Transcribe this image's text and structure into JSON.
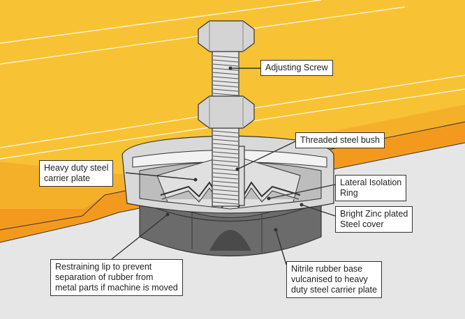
{
  "colors": {
    "machine_top": "#f7c234",
    "machine_side": "#f39a1e",
    "floor": "#e6e6e6",
    "steel": "#cfcfcf",
    "steel_dark": "#8a8a8a",
    "rubber": "#6b6b6b",
    "rubber_dark": "#4a4a4a",
    "outline": "#333333"
  },
  "icons": [
    "machine-body",
    "adjusting-screw",
    "hex-nut",
    "steel-cover",
    "rubber-base"
  ],
  "labels": {
    "adjusting_screw": [
      "Adjusting Screw"
    ],
    "threaded_bush": [
      "Threaded steel bush"
    ],
    "carrier_plate": [
      "Heavy duty steel",
      "carrier plate"
    ],
    "isolation_ring": [
      "Lateral Isolation",
      "Ring"
    ],
    "zinc_cover": [
      "Bright Zinc plated",
      "Steel cover"
    ],
    "restraining_lip": [
      "Restraining lip to prevent",
      "separation of rubber from",
      "metal parts if machine is moved"
    ],
    "rubber_base": [
      "Nitrile rubber base",
      "vulcanised to heavy",
      "duty steel carrier plate"
    ]
  }
}
